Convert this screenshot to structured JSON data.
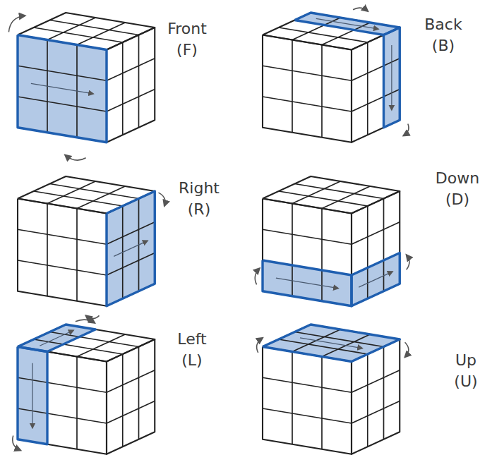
{
  "diagram": {
    "labels": [
      "Front (F)",
      "Back (B)",
      "Right (R)",
      "Down (D)",
      "Left (L)",
      "Up (U)"
    ]
  }
}
